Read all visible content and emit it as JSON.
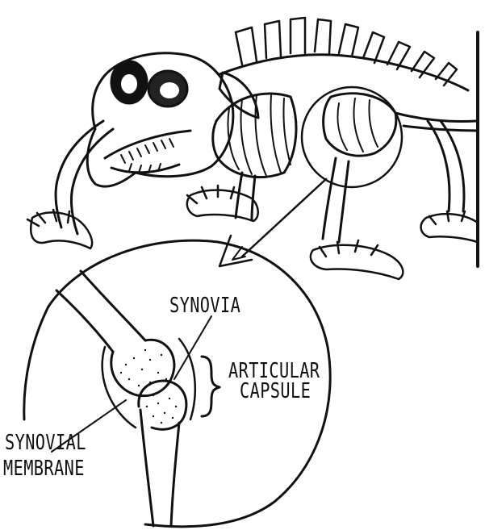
{
  "labels": {
    "synovia": "SYNOVIA",
    "articular_capsule_line1": "ARTICULAR",
    "articular_capsule_line2": "CAPSULE",
    "synovial_membrane_line1": "SYNOVIAL",
    "synovial_membrane_line2": "MEMBRANE"
  },
  "colors": {
    "ink": "#111111",
    "paper": "#ffffff"
  }
}
